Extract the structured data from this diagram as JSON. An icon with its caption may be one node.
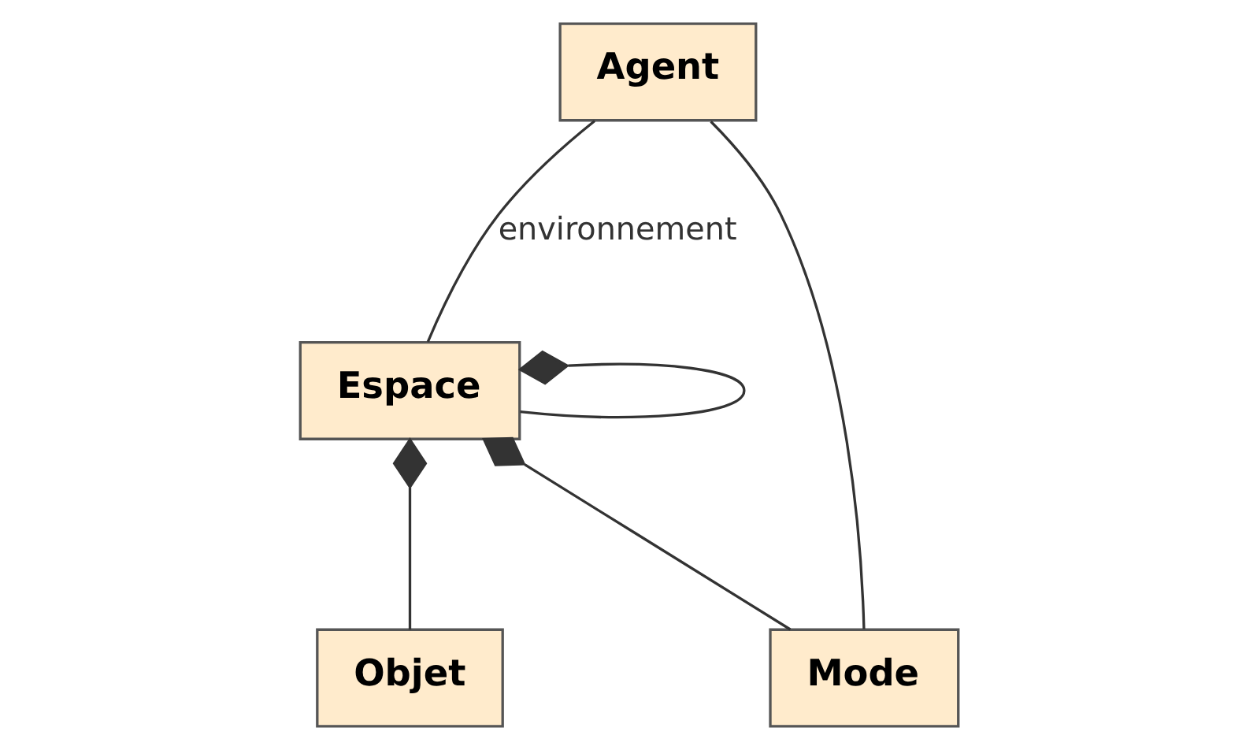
{
  "diagram": {
    "nodes": [
      {
        "text": [
          "Agent"
        ]
      },
      {
        "text": [
          "Espace"
        ]
      },
      {
        "text": [
          "Mode"
        ]
      },
      {
        "text": [
          "Objet"
        ]
      }
    ],
    "edges": [
      {
        "from": 1,
        "to": 1,
        "arrow": "other"
      },
      {
        "from": 0,
        "to": 1,
        "arrow": "none",
        "label": "environnement"
      },
      {
        "from": 0,
        "to": 2,
        "arrow": "none"
      },
      {
        "from": 1,
        "to": 2,
        "arrow": "other"
      },
      {
        "from": 1,
        "to": 3,
        "arrow": "other"
      }
    ]
  }
}
